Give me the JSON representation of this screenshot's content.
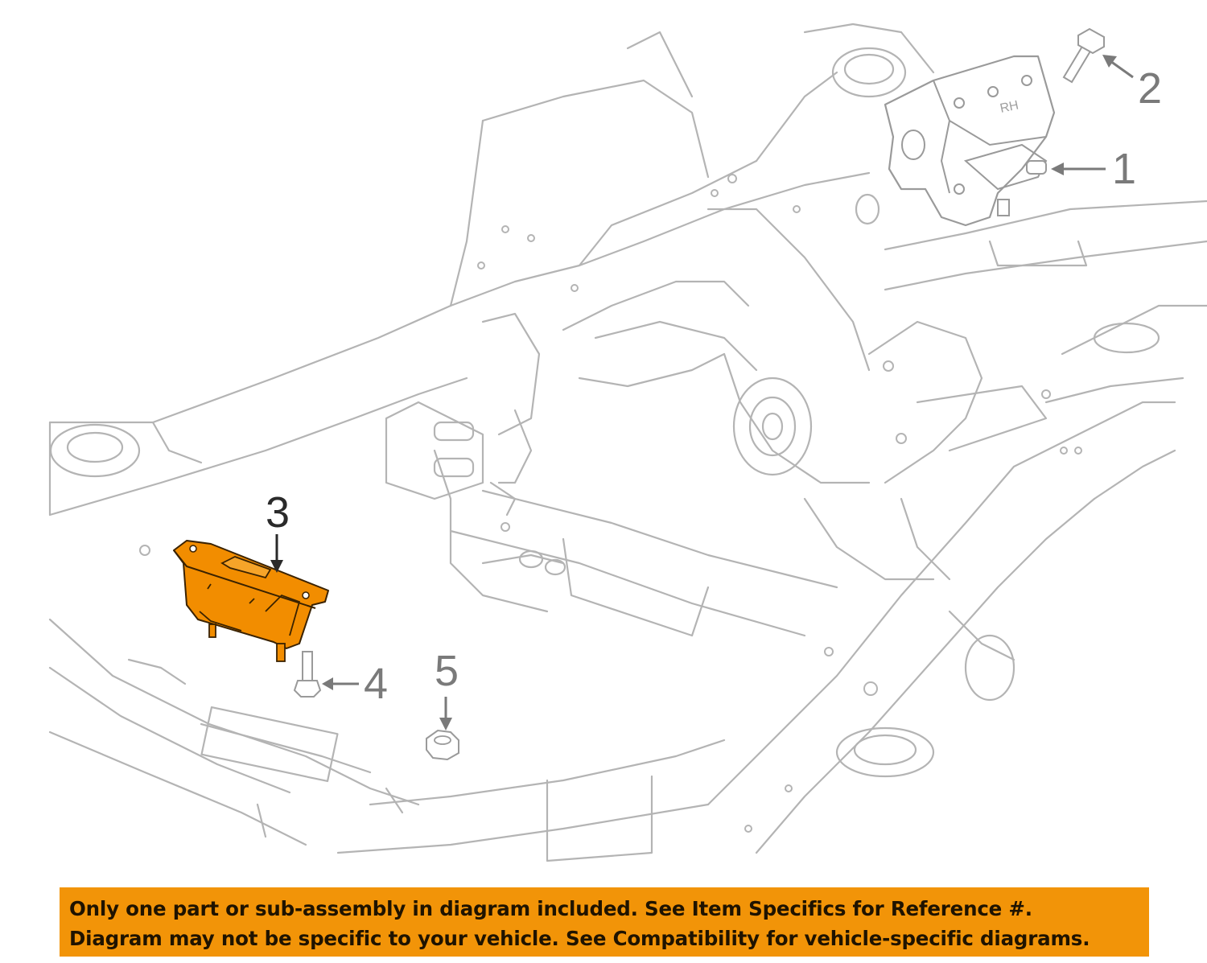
{
  "diagram": {
    "callouts": [
      {
        "number": "1",
        "part": "engine-mount-rh",
        "highlighted": false
      },
      {
        "number": "2",
        "part": "bolt",
        "highlighted": false
      },
      {
        "number": "3",
        "part": "transmission-mount",
        "highlighted": true
      },
      {
        "number": "4",
        "part": "bolt",
        "highlighted": false
      },
      {
        "number": "5",
        "part": "nut",
        "highlighted": false
      }
    ],
    "mount_marking": "RH",
    "colors": {
      "highlight": "#f28d00",
      "linework": "#b4b4b4",
      "callout_gray": "#7a7a7a",
      "callout_dark": "#2a2a2a"
    }
  },
  "banner": {
    "line1": "Only one part or sub-assembly in diagram included. See Item Specifics for Reference #.",
    "line2": "Diagram may not be specific to your vehicle. See Compatibility for vehicle-specific diagrams.",
    "background": "#f29408"
  }
}
